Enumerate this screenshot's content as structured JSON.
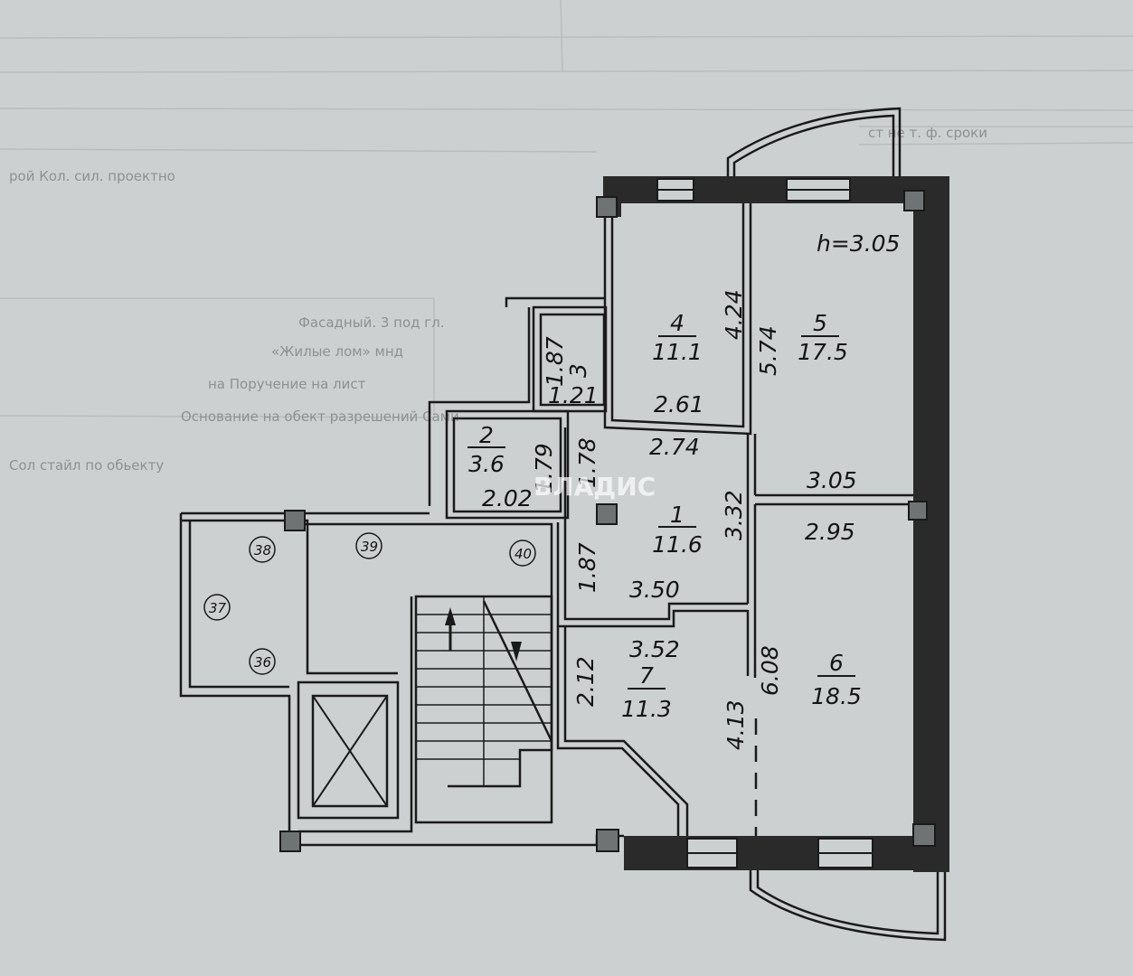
{
  "ceiling_height": "h=3.05",
  "watermark": "ВЛАДИС",
  "rooms": [
    {
      "id": "room-1",
      "num": "1",
      "area": "11.6"
    },
    {
      "id": "room-2",
      "num": "2",
      "area": "3.6"
    },
    {
      "id": "room-3",
      "num": "3",
      "area": "1.21"
    },
    {
      "id": "room-4",
      "num": "4",
      "area": "11.1"
    },
    {
      "id": "room-5",
      "num": "5",
      "area": "17.5"
    },
    {
      "id": "room-6",
      "num": "6",
      "area": "18.5"
    },
    {
      "id": "room-7",
      "num": "7",
      "area": "11.3"
    }
  ],
  "dimensions": {
    "r4_height": "4.24",
    "r5_height": "5.74",
    "r4_width": "2.61",
    "r3_height": "1.87",
    "r1_top": "2.74",
    "r2_right": "1.79",
    "r1_left_top": "1.78",
    "r2_bottom": "2.02",
    "r5_bottom": "3.05",
    "r1_right": "3.32",
    "r6_top": "2.95",
    "r1_left": "1.87",
    "r1_bottom": "3.50",
    "r7_top": "3.52",
    "r7_left": "2.12",
    "r6_height": "6.08",
    "r7_right": "4.13"
  },
  "markers": [
    "36",
    "37",
    "38",
    "39",
    "40"
  ],
  "ghost_text": [
    "Фасадный. 3 под гл.",
    "«Жилые лом» мнд",
    "на Поручение на лист",
    "Основание на обект разрешений Сами",
    "Сол стайл по обьекту",
    "рой Кол. сил. проектно",
    "ст не т. ф. сроки"
  ]
}
